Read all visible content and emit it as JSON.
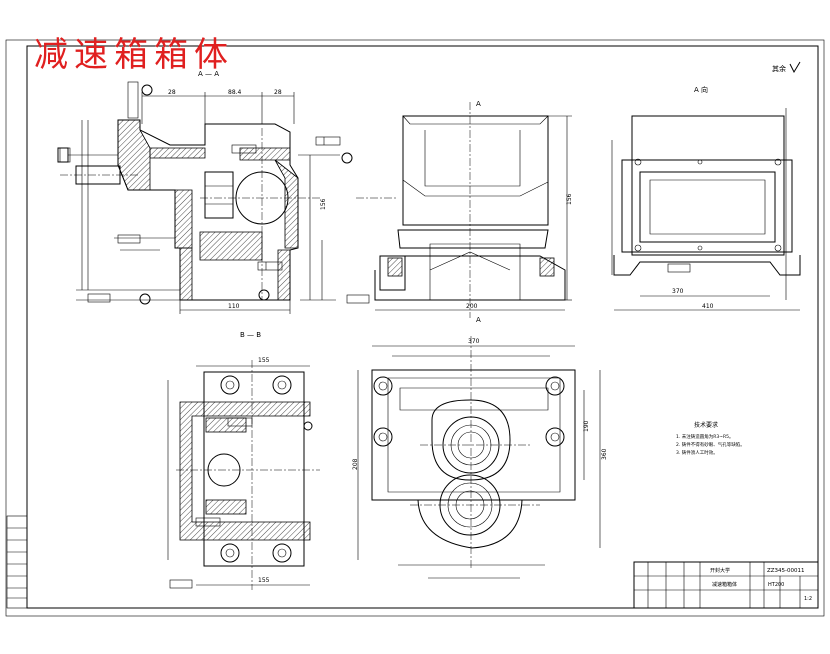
{
  "title": "减速箱箱体",
  "views": {
    "section_a_label": "A — A",
    "section_b_label": "B — B",
    "view_a_label": "A 向",
    "cut_letter": "A"
  },
  "dimensions": {
    "top": [
      "28",
      "88.4",
      "28"
    ],
    "bottom_width": "110",
    "front_height": "156",
    "front_base": "200",
    "side_base": "410",
    "plan_width": "370",
    "plan_depth": "190",
    "left_depth": "208",
    "b_width": "155",
    "plan_inner": "360"
  },
  "technical_requirements": {
    "heading": "技术要求",
    "items": [
      "1. 未注铸造圆角为R3~R5。",
      "2. 铸件不得有砂眼、气孔等缺陷。",
      "3. 铸件须人工时效。"
    ]
  },
  "title_block": {
    "drawing_no": "ZZ345-00011",
    "school": "开封大学",
    "part_name": "减速箱箱体",
    "material": "HT200",
    "scale": "1:2"
  },
  "roughness_note": "其余"
}
